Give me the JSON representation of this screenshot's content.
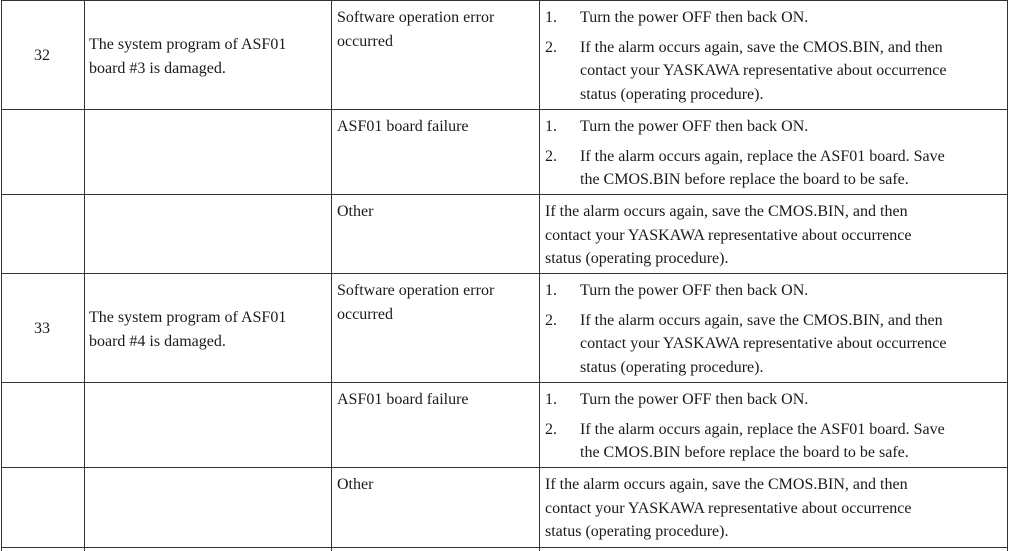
{
  "rows": [
    {
      "number": "32",
      "description": [
        "The system program of ASF01",
        "board #3 is damaged."
      ],
      "causes": [
        {
          "cause": [
            "Software operation error",
            "occurred"
          ],
          "steps": [
            {
              "n": "1.",
              "lines": [
                "Turn the power OFF then back ON."
              ]
            },
            {
              "n": "2.",
              "lines": [
                "If the alarm occurs again, save the CMOS.BIN, and then",
                "contact your YASKAWA representative about occurrence",
                "status (operating procedure)."
              ]
            }
          ]
        },
        {
          "cause": [
            "ASF01 board failure"
          ],
          "steps": [
            {
              "n": "1.",
              "lines": [
                "Turn the power OFF then back ON."
              ]
            },
            {
              "n": "2.",
              "lines": [
                "If the alarm occurs again, replace the ASF01 board. Save",
                "the CMOS.BIN before replace the board to be safe."
              ]
            }
          ]
        },
        {
          "cause": [
            "Other"
          ],
          "remedy": [
            "If the alarm occurs again, save the CMOS.BIN, and then",
            "contact your YASKAWA representative about occurrence",
            "status (operating procedure)."
          ]
        }
      ]
    },
    {
      "number": "33",
      "description": [
        "The system program of ASF01",
        "board #4 is damaged."
      ],
      "causes": [
        {
          "cause": [
            "Software operation error",
            "occurred"
          ],
          "steps": [
            {
              "n": "1.",
              "lines": [
                "Turn the power OFF then back ON."
              ]
            },
            {
              "n": "2.",
              "lines": [
                "If the alarm occurs again, save the CMOS.BIN, and then",
                "contact your YASKAWA representative about occurrence",
                "status (operating procedure)."
              ]
            }
          ]
        },
        {
          "cause": [
            "ASF01 board failure"
          ],
          "steps": [
            {
              "n": "1.",
              "lines": [
                "Turn the power OFF then back ON."
              ]
            },
            {
              "n": "2.",
              "lines": [
                "If the alarm occurs again, replace the ASF01 board. Save",
                "the CMOS.BIN before replace the board to be safe."
              ]
            }
          ]
        },
        {
          "cause": [
            "Other"
          ],
          "remedy": [
            "If the alarm occurs again, save the CMOS.BIN, and then",
            "contact your YASKAWA representative about occurrence",
            "status (operating procedure)."
          ]
        }
      ]
    }
  ]
}
